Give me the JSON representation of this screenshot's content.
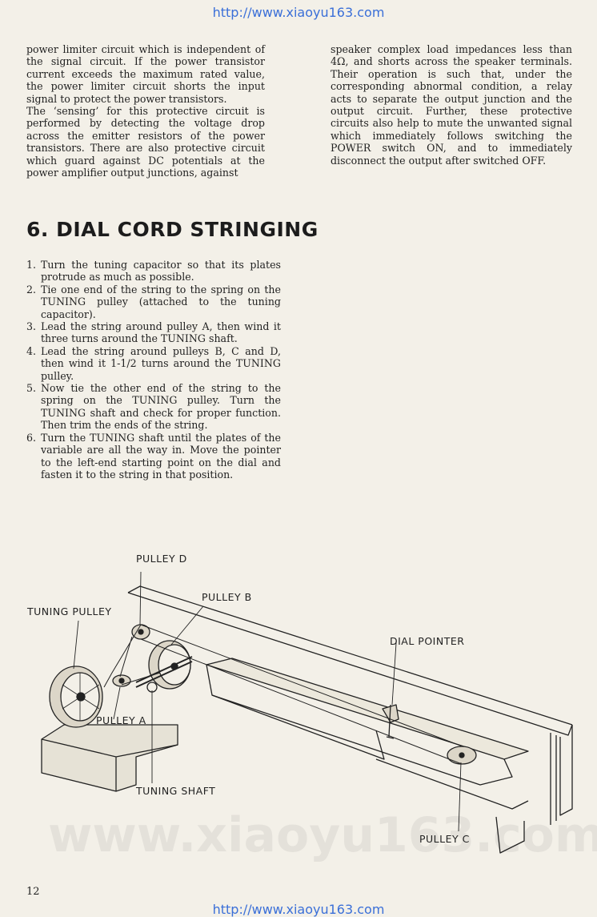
{
  "watermark": {
    "url_top": "http://www.xiaoyu163.com",
    "url_bottom": "http://www.xiaoyu163.com",
    "big": "www.xiaoyu163.com"
  },
  "left_column": {
    "p1": "power limiter circuit which is independent of the signal circuit. If the power transistor current exceeds the maximum rated value, the power limiter circuit shorts the input signal to protect the power transistors.",
    "p2": "The ‘sensing’ for this protective circuit is performed by detecting the voltage drop across the emitter resistors of the power transistors. There are also protective circuit which guard against DC potentials at the power amplifier output junctions, against"
  },
  "right_column": {
    "p1": "speaker complex load impedances less than 4Ω, and shorts across the speaker terminals. Their operation is such that, under the corresponding abnormal condition, a relay acts to separate the output junction and the output circuit. Further, these protective circuits also help to mute the unwanted signal which immediately follows switching the POWER switch ON, and to immediately disconnect the output after switched OFF."
  },
  "section": {
    "heading": "6. DIAL CORD STRINGING",
    "steps": [
      {
        "num": "1.",
        "text": "Turn the tuning capacitor so that its plates protrude as much as possible."
      },
      {
        "num": "2.",
        "text": "Tie one end of the string to the spring on the TUNING pulley (attached to the tuning capacitor)."
      },
      {
        "num": "3.",
        "text": "Lead the string around pulley A, then wind it three turns around the TUNING shaft."
      },
      {
        "num": "4.",
        "text": "Lead the string around pulleys B, C and D, then wind it 1-1/2 turns around the TUNING pulley."
      },
      {
        "num": "5.",
        "text": "Now tie the other end of the string to the spring on the TUNING pulley. Turn the TUNING shaft and check for proper function. Then trim the ends of the string."
      },
      {
        "num": "6.",
        "text": "Turn the TUNING shaft until the plates of the variable are all the way in. Move the pointer to the left-end starting point on the dial and fasten it to the string in that position."
      }
    ]
  },
  "diagram_labels": {
    "pulley_d": "PULLEY D",
    "pulley_b": "PULLEY B",
    "tuning_pulley": "TUNING PULLEY",
    "dial_pointer": "DIAL POINTER",
    "pulley_a": "PULLEY A",
    "tuning_shaft": "TUNING SHAFT",
    "pulley_c": "PULLEY C"
  },
  "page_number": "12"
}
